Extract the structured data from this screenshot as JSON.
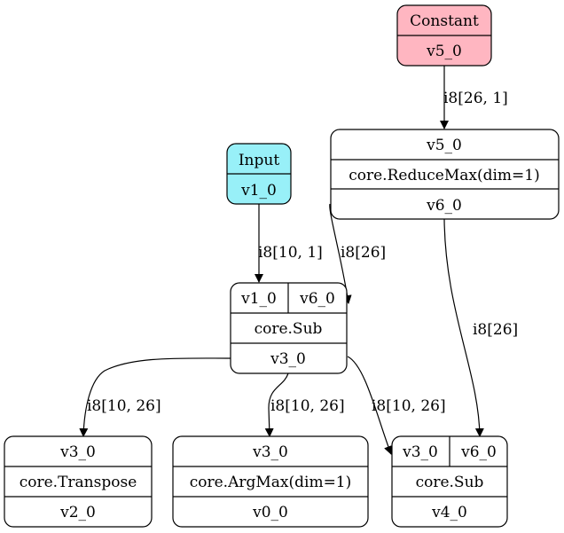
{
  "colors": {
    "constant_fill": "#ffb6c1",
    "input_fill": "#98f0f8",
    "op_fill": "#ffffff",
    "stroke": "#000000"
  },
  "nodes": {
    "constant": {
      "title": "Constant",
      "output": "v5_0"
    },
    "input": {
      "title": "Input",
      "output": "v1_0"
    },
    "reducemax": {
      "input": "v5_0",
      "op": "core.ReduceMax(dim=1)",
      "output": "v6_0"
    },
    "sub1": {
      "input_a": "v1_0",
      "input_b": "v6_0",
      "op": "core.Sub",
      "output": "v3_0"
    },
    "transpose": {
      "input": "v3_0",
      "op": "core.Transpose",
      "output": "v2_0"
    },
    "argmax": {
      "input": "v3_0",
      "op": "core.ArgMax(dim=1)",
      "output": "v0_0"
    },
    "sub2": {
      "input_a": "v3_0",
      "input_b": "v6_0",
      "op": "core.Sub",
      "output": "v4_0"
    }
  },
  "edges": {
    "constant_to_reducemax": "i8[26, 1]",
    "input_to_sub1": "i8[10, 1]",
    "reducemax_to_sub1": "i8[26]",
    "reducemax_to_sub2": "i8[26]",
    "sub1_to_transpose": "i8[10, 26]",
    "sub1_to_argmax": "i8[10, 26]",
    "sub1_to_sub2": "i8[10, 26]"
  }
}
